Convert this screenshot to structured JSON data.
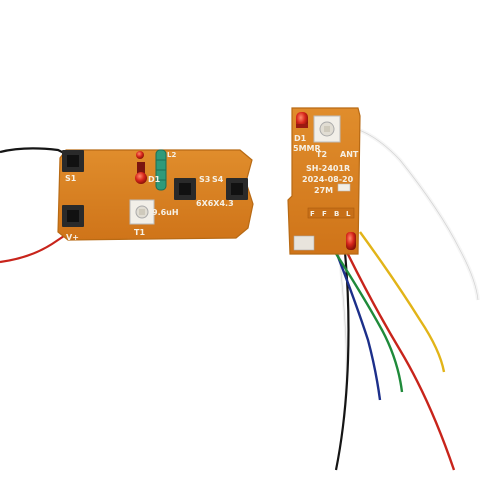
{
  "tx_board": {
    "labels": {
      "s1": "S1",
      "s3": "S3",
      "s4": "S4",
      "d1": "D1",
      "l2": "L2",
      "inductor": "9.6uH",
      "t1": "T1",
      "vplus": "V+",
      "switch_size": "6X6X4.3"
    },
    "wires": [
      "black",
      "red"
    ]
  },
  "rx_board": {
    "labels": {
      "d1": "D1",
      "led_size": "5MMR",
      "t2": "T2",
      "ant": "ANT",
      "model": "SH-2401R",
      "date": "2024-08-20",
      "freq": "27M",
      "pins": [
        "F",
        "F",
        "B",
        "L"
      ]
    },
    "wires": [
      "white",
      "black",
      "blue",
      "green",
      "red",
      "yellow",
      "white-antenna"
    ]
  },
  "colors": {
    "pcb": "#d98222",
    "pcb_edge": "#b86a14",
    "silkscreen": "#f6f1e6",
    "led": "#d8261c",
    "button": "#2a2a2a"
  }
}
